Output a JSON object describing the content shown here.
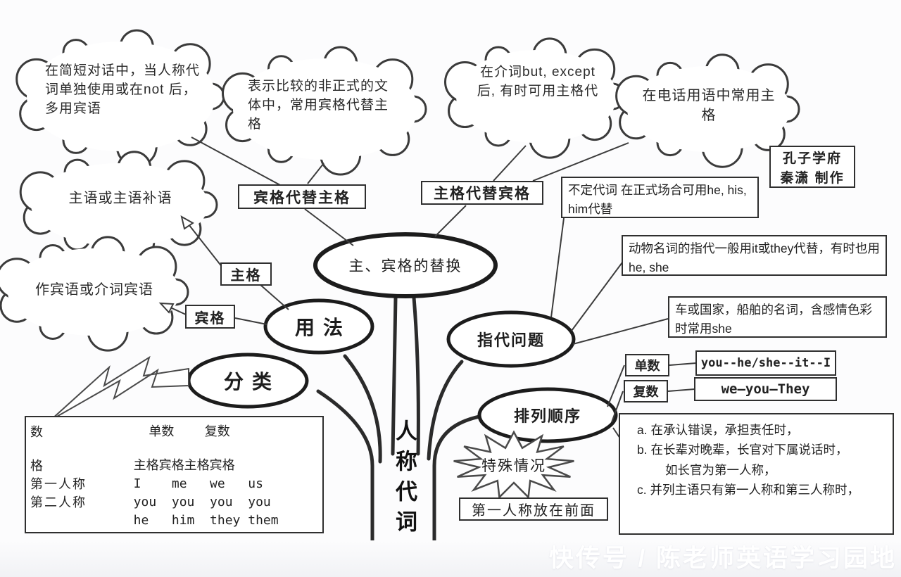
{
  "trunk_label": "人称代词",
  "watermark": "快传号 / 陈老师英语学习园地",
  "credit": {
    "line1": "孔子学府",
    "line2": "秦潇 制作"
  },
  "clouds": {
    "short_dialogue": "在简短对话中，当人称代词单独使用或在not 后，多用宾语",
    "informal_style": "表示比较的非正式的文体中，常用宾格代替主格",
    "but_except": "在介词but, except 后, 有时可用主格代",
    "telephone": "在电话用语中常用主格",
    "subject_role": "主语或主语补语",
    "object_role": "作宾语或介词宾语"
  },
  "nodes": {
    "substitution": "主、宾格的替换",
    "usage": "用法",
    "classification": "分类",
    "reference": "指代问题",
    "order": "排列顺序",
    "special": "特殊情况"
  },
  "boxes": {
    "obj_for_subj": "宾格代替主格",
    "subj_for_obj": "主格代替宾格",
    "subjective": "主格",
    "objective": "宾格",
    "first_person_front": "第一人称放在前面"
  },
  "seq": {
    "singular_label": "单数",
    "singular_value": "you--he/she--it--I",
    "plural_label": "复数",
    "plural_value": "we—you—They"
  },
  "notes": {
    "indefinite": "不定代词 在正式场合可用he, his, him代替",
    "animals": "动物名词的指代一般用it或they代替，有时也用he, she",
    "vehicles": "车或国家，船舶的名词，含感情色彩时常用she"
  },
  "special_list": [
    "a.  在承认错误，承担责任时，",
    "b.  在长辈对晚辈，长官对下属说话时，",
    "如长官为第一人称，",
    "c.  并列主语只有第一人称和第三人称时，"
  ],
  "table": {
    "rows": [
      {
        "label": "数",
        "cells": "    单数    复数"
      },
      {
        "label": "格",
        "cells": "  主格宾格主格宾格"
      },
      {
        "label": "第一人称",
        "cells": "  I    me   we   us"
      },
      {
        "label": "第二人称",
        "cells": "  you  you  you  you"
      },
      {
        "label": "",
        "cells": "  he   him  they them"
      }
    ]
  }
}
